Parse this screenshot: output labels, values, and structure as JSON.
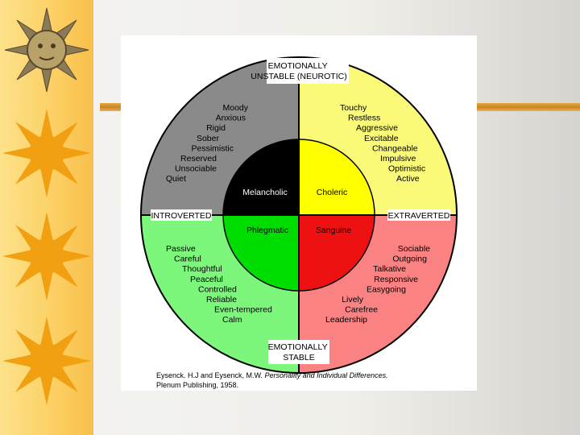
{
  "diagram": {
    "top_label": [
      "EMOTIONALLY",
      "UNSTABLE (NEUROTIC)"
    ],
    "bottom_label": [
      "EMOTIONALLY",
      "STABLE"
    ],
    "left_label": "INTROVERTED",
    "right_label": "EXTRAVERTED",
    "inner": {
      "melancholic": "Melancholic",
      "choleric": "Choleric",
      "phlegmatic": "Phlegmatic",
      "sanguine": "Sanguine"
    },
    "traits_top_left": [
      "Moody",
      "Anxious",
      "Rigid",
      "Sober",
      "Pessimistic",
      "Reserved",
      "Unsociable",
      "Quiet"
    ],
    "traits_top_right": [
      "Touchy",
      "Restless",
      "Aggressive",
      "Excitable",
      "Changeable",
      "Impulsive",
      "Optimistic",
      "Active"
    ],
    "traits_bottom_left": [
      "Passive",
      "Careful",
      "Thoughtful",
      "Peaceful",
      "Controlled",
      "Reliable",
      "Even-tempered",
      "Calm"
    ],
    "traits_bottom_right": [
      "Sociable",
      "Outgoing",
      "Talkative",
      "Responsive",
      "Easygoing",
      "Lively",
      "Carefree",
      "Leadership"
    ],
    "citation": {
      "line1_plain": "Eysenck. H.J and Eysenck, M.W. ",
      "line1_italic": "Personality and Individual Differences.",
      "line2": "Plenum Publishing, 1958."
    },
    "colors": {
      "outer_top_left": "#8a8a8a",
      "outer_top_right": "#fafa78",
      "outer_bottom_left": "#7cf77c",
      "outer_bottom_right": "#fa8282",
      "inner_top_left": "#000000",
      "inner_top_right": "#ffff00",
      "inner_bottom_left": "#00dd00",
      "inner_bottom_right": "#ee1111"
    }
  },
  "slide_decor": {
    "sun_icon_count": 4
  }
}
